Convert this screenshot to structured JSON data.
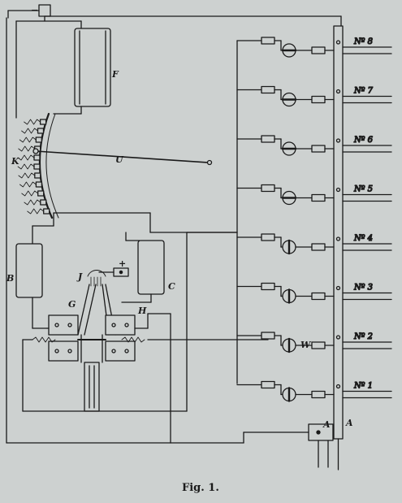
{
  "figure": {
    "caption": "Fig. 1.",
    "labels": {
      "F": "F",
      "K": "K",
      "U": "U",
      "B": "B",
      "C": "C",
      "J": "J",
      "G": "G",
      "H": "H",
      "W": "W",
      "A": "A",
      "minus": "−",
      "plus": "+"
    },
    "circuits": [
      {
        "label": "Nº 8",
        "lamp": "horizontal"
      },
      {
        "label": "Nº 7",
        "lamp": "horizontal"
      },
      {
        "label": "Nº 6",
        "lamp": "horizontal"
      },
      {
        "label": "Nº 5",
        "lamp": "horizontal"
      },
      {
        "label": "Nº 4",
        "lamp": "vertical"
      },
      {
        "label": "Nº 3",
        "lamp": "vertical"
      },
      {
        "label": "Nº 2",
        "lamp": "vertical"
      },
      {
        "label": "Nº 1",
        "lamp": "vertical"
      }
    ],
    "colors": {
      "paper": "#cdd1d0",
      "ink": "#1a1a1a"
    }
  }
}
